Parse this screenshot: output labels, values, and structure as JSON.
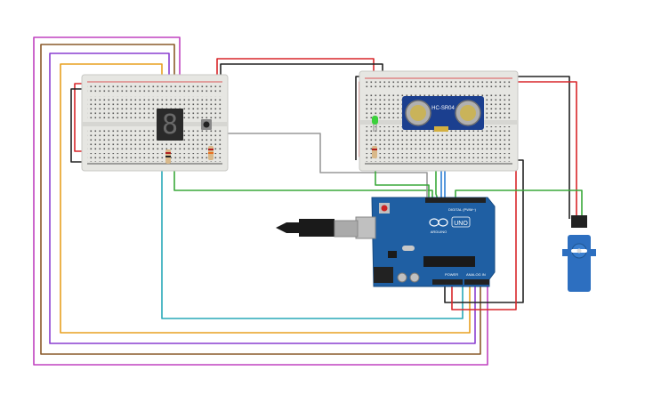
{
  "board": {
    "brand": "ARDUINO",
    "model": "UNO",
    "digital_label": "DIGITAL (PWM~)",
    "power_label": "POWER",
    "analog_label": "ANALOG IN"
  },
  "sensor": {
    "label": "HC-SR04"
  },
  "seven_segment": {
    "digit": "8"
  },
  "colors": {
    "breadboard": "#e6e6e2",
    "board": "#1f5fa3",
    "wire_black": "#222222",
    "wire_red": "#d8262a",
    "wire_green": "#3aa93a",
    "wire_blue": "#2d7fd3",
    "wire_orange": "#e8a020",
    "wire_purple": "#8a3fd0",
    "wire_magenta": "#c042c0",
    "wire_brown": "#8a5a2a",
    "wire_gray": "#999999",
    "wire_teal": "#28a8b8"
  }
}
